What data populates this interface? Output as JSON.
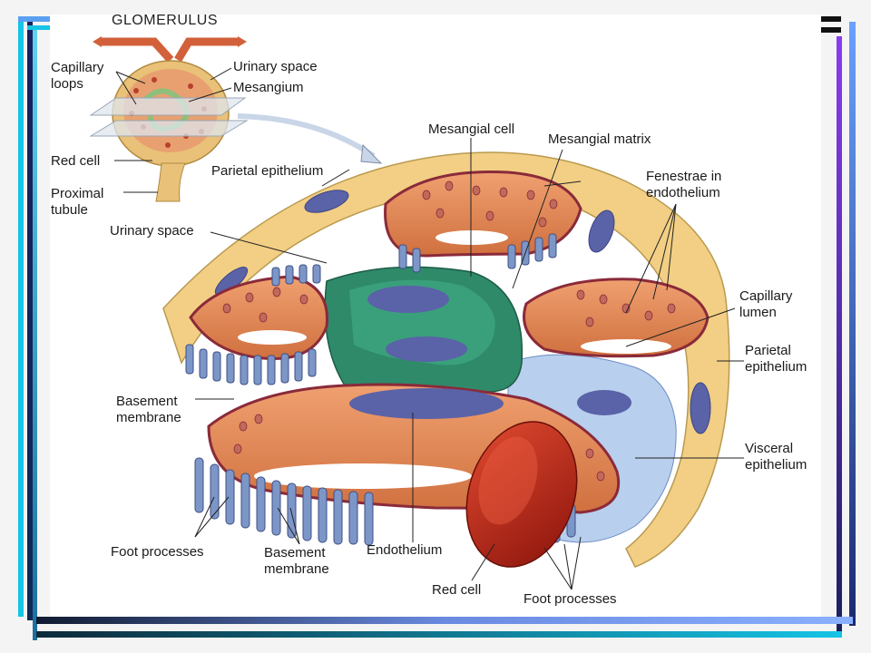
{
  "title": "GLOMERULUS",
  "inset_labels": {
    "capillary_loops": "Capillary\nloops",
    "urinary_space": "Urinary space",
    "mesangium": "Mesangium",
    "red_cell": "Red cell",
    "proximal_tubule": "Proximal\ntubule"
  },
  "main_labels": {
    "parietal_epithelium_top": "Parietal epithelium",
    "mesangial_cell": "Mesangial cell",
    "mesangial_matrix": "Mesangial matrix",
    "fenestrae": "Fenestrae in\nendothelium",
    "urinary_space": "Urinary space",
    "capillary_lumen": "Capillary\nlumen",
    "parietal_epithelium_right": "Parietal\nepithelium",
    "basement_membrane_left": "Basement\nmembrane",
    "visceral_epithelium": "Visceral\nepithelium",
    "foot_processes_left": "Foot processes",
    "basement_membrane_bottom": "Basement\nmembrane",
    "endothelium": "Endothelium",
    "red_cell": "Red cell",
    "foot_processes_bottom": "Foot processes"
  },
  "colors": {
    "frame_cyan": "#15c4e6",
    "frame_navy": "#1b1f5e",
    "frame_purple": "#8a3cf0",
    "parietal": "#f2cf84",
    "capillary": "#e98a5a",
    "mesangium": "#2f8a6a",
    "nucleus": "#5a62a8",
    "foot": "#7d96c8",
    "red_cell": "#c8281a"
  }
}
